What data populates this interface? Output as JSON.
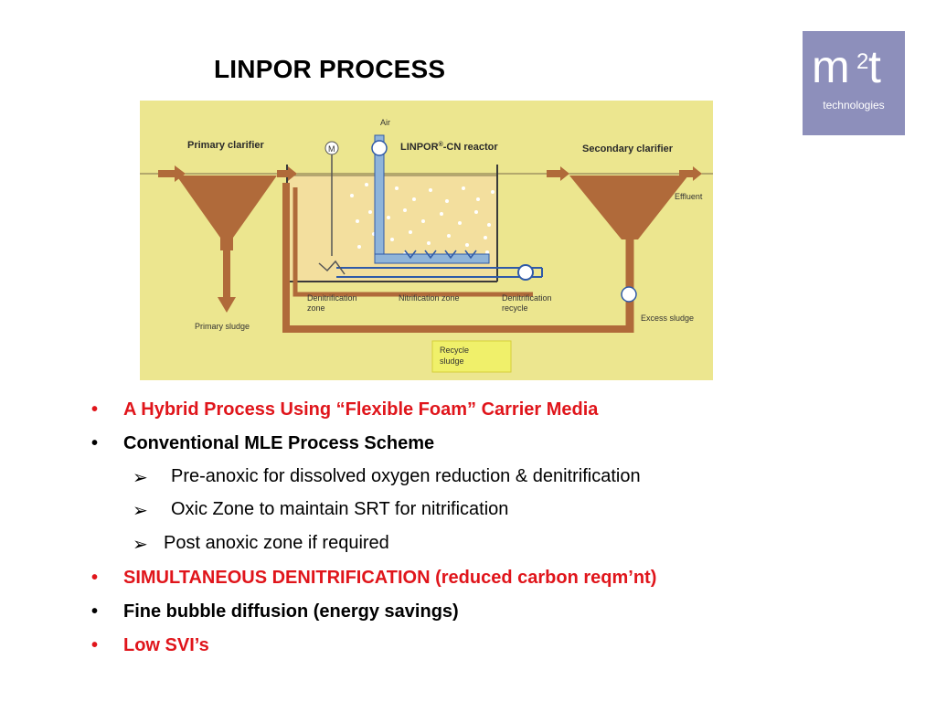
{
  "title": "LINPOR PROCESS",
  "logo": {
    "mark": "m",
    "superscript": "2",
    "letter": "t",
    "subtitle": "technologies"
  },
  "diagram": {
    "labels": {
      "air": "Air",
      "primary_clarifier": "Primary clarifier",
      "reactor_prefix": "LINPOR",
      "reactor_sup": "®",
      "reactor_suffix": "-CN reactor",
      "secondary_clarifier": "Secondary clarifier",
      "meter": "M",
      "effluent": "Effluent",
      "denitrification_zone_1": "Denitrification",
      "denitrification_zone_2": "zone",
      "nitrification_zone": "Nitrification zone",
      "denitrification_recycle_1": "Denitrification",
      "denitrification_recycle_2": "recycle",
      "primary_sludge": "Primary sludge",
      "excess_sludge": "Excess sludge",
      "recycle_sludge_1": "Recycle",
      "recycle_sludge_2": "sludge"
    }
  },
  "bullets": [
    {
      "text": "A Hybrid Process Using “Flexible Foam” Carrier Media",
      "color": "#e0151b"
    },
    {
      "text": "Conventional MLE Process Scheme",
      "color": "#000000"
    },
    {
      "text": "Pre-anoxic for dissolved oxygen reduction & denitrification",
      "sub": true
    },
    {
      "text": "Oxic Zone to maintain SRT for nitrification",
      "sub": true
    },
    {
      "text": "Post anoxic zone if required",
      "sub": true
    },
    {
      "text": "SIMULTANEOUS DENITRIFICATION (reduced carbon reqm’nt)",
      "color": "#e0151b"
    },
    {
      "text": "Fine bubble diffusion (energy savings)",
      "color": "#000000"
    },
    {
      "text": "Low SVI’s",
      "color": "#e0151b"
    }
  ],
  "bullet_symbol": "•",
  "sub_bullet_symbol": "➢"
}
